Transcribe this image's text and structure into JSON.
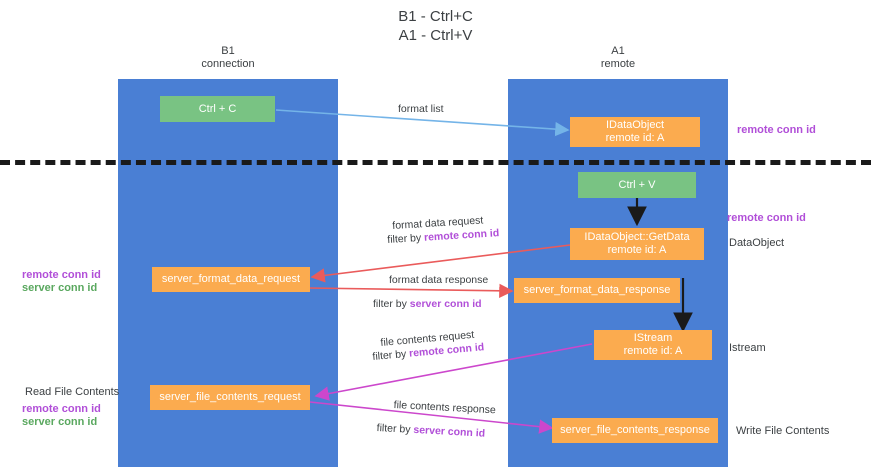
{
  "title": {
    "line1": "B1 - Ctrl+C",
    "line2": "A1 - Ctrl+V"
  },
  "lanes": [
    {
      "name": "B1",
      "subtitle": "connection"
    },
    {
      "name": "A1",
      "subtitle": "remote"
    }
  ],
  "boxes": {
    "ctrl_c": "Ctrl + C",
    "ctrl_v": "Ctrl + V",
    "idataobject_line1": "IDataObject",
    "idataobject_line2": "remote id: A",
    "getdata_line1": "IDataObject::GetData",
    "getdata_line2": "remote id: A",
    "istream_line1": "IStream",
    "istream_line2": "remote id: A",
    "server_format_data_request": "server_format_data_request",
    "server_format_data_response": "server_format_data_response",
    "server_file_contents_request": "server_file_contents_request",
    "server_file_contents_response": "server_file_contents_response"
  },
  "edges": {
    "format_list": "format list",
    "format_data_request": "format data request",
    "format_data_request_filter_prefix": "filter by ",
    "format_data_request_filter_key": "remote conn id",
    "format_data_response": "format data response",
    "format_data_response_filter_prefix": "filter by ",
    "format_data_response_filter_key": "server conn id",
    "file_contents_request": "file contents request",
    "file_contents_request_filter_prefix": "filter by ",
    "file_contents_request_filter_key": "remote conn id",
    "file_contents_response": "file contents response",
    "file_contents_response_filter_prefix": "filter by ",
    "file_contents_response_filter_key": "server conn id"
  },
  "annotations": {
    "right_remote_conn_id_top": "remote conn id",
    "right_remote_conn_id_mid": "remote conn id",
    "right_dataobject": "DataObject",
    "right_istream": "Istream",
    "right_write_file_contents": "Write File Contents",
    "left_remote_conn_id": "remote conn id",
    "left_server_conn_id": "server conn id",
    "left_read_file_contents": "Read File Contents",
    "left_remote_conn_id_2": "remote conn id",
    "left_server_conn_id_2": "server conn id"
  },
  "colors": {
    "lane": "#4a7fd4",
    "green_box": "#79c383",
    "orange_box": "#fbab4f",
    "purple_text": "#b14fd8",
    "green_text": "#5aa85f",
    "arrow_blue": "#74b4e8",
    "arrow_red": "#ea5b5b",
    "arrow_magenta": "#cc47cc",
    "arrow_black": "#1a1a1a",
    "divider": "#1a1a1a"
  }
}
